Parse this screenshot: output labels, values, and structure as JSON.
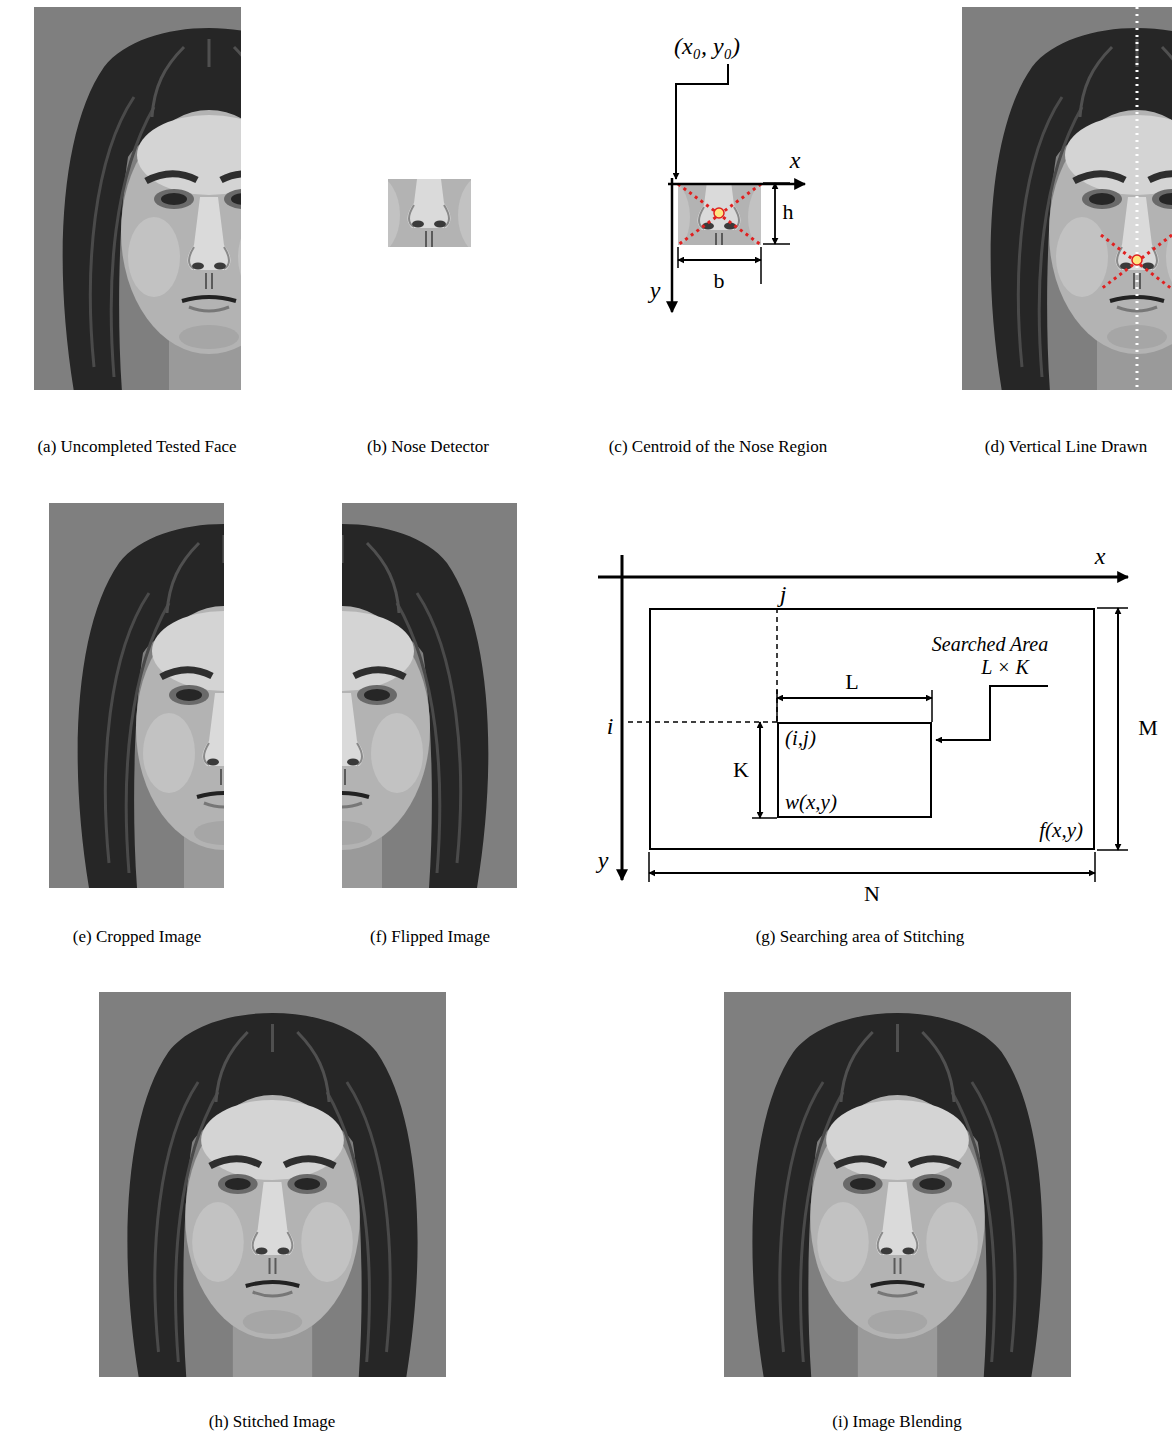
{
  "diagram": {
    "nodes": [
      {
        "text": [
          "f(x,y)"
        ]
      },
      {
        "text": [
          "(i,j)",
          "w(x,y)"
        ],
        "in": 0
      }
    ],
    "labels": [
      "(a) Uncompleted Tested Face",
      "(b) Nose Detector",
      "(c) Centroid of the Nose Region",
      "(d) Vertical Line Drawn",
      "(x₀, y₀)",
      "x",
      "y",
      "h",
      "b",
      "(e) Cropped Image",
      "(f) Flipped Image",
      "(g) Searching area of Stitching",
      "x",
      "y",
      "j",
      "i",
      "L",
      "K",
      "Searched Area",
      "L × K",
      "M",
      "N",
      "(h) Stitched Image",
      "(i) Image Blending"
    ]
  }
}
